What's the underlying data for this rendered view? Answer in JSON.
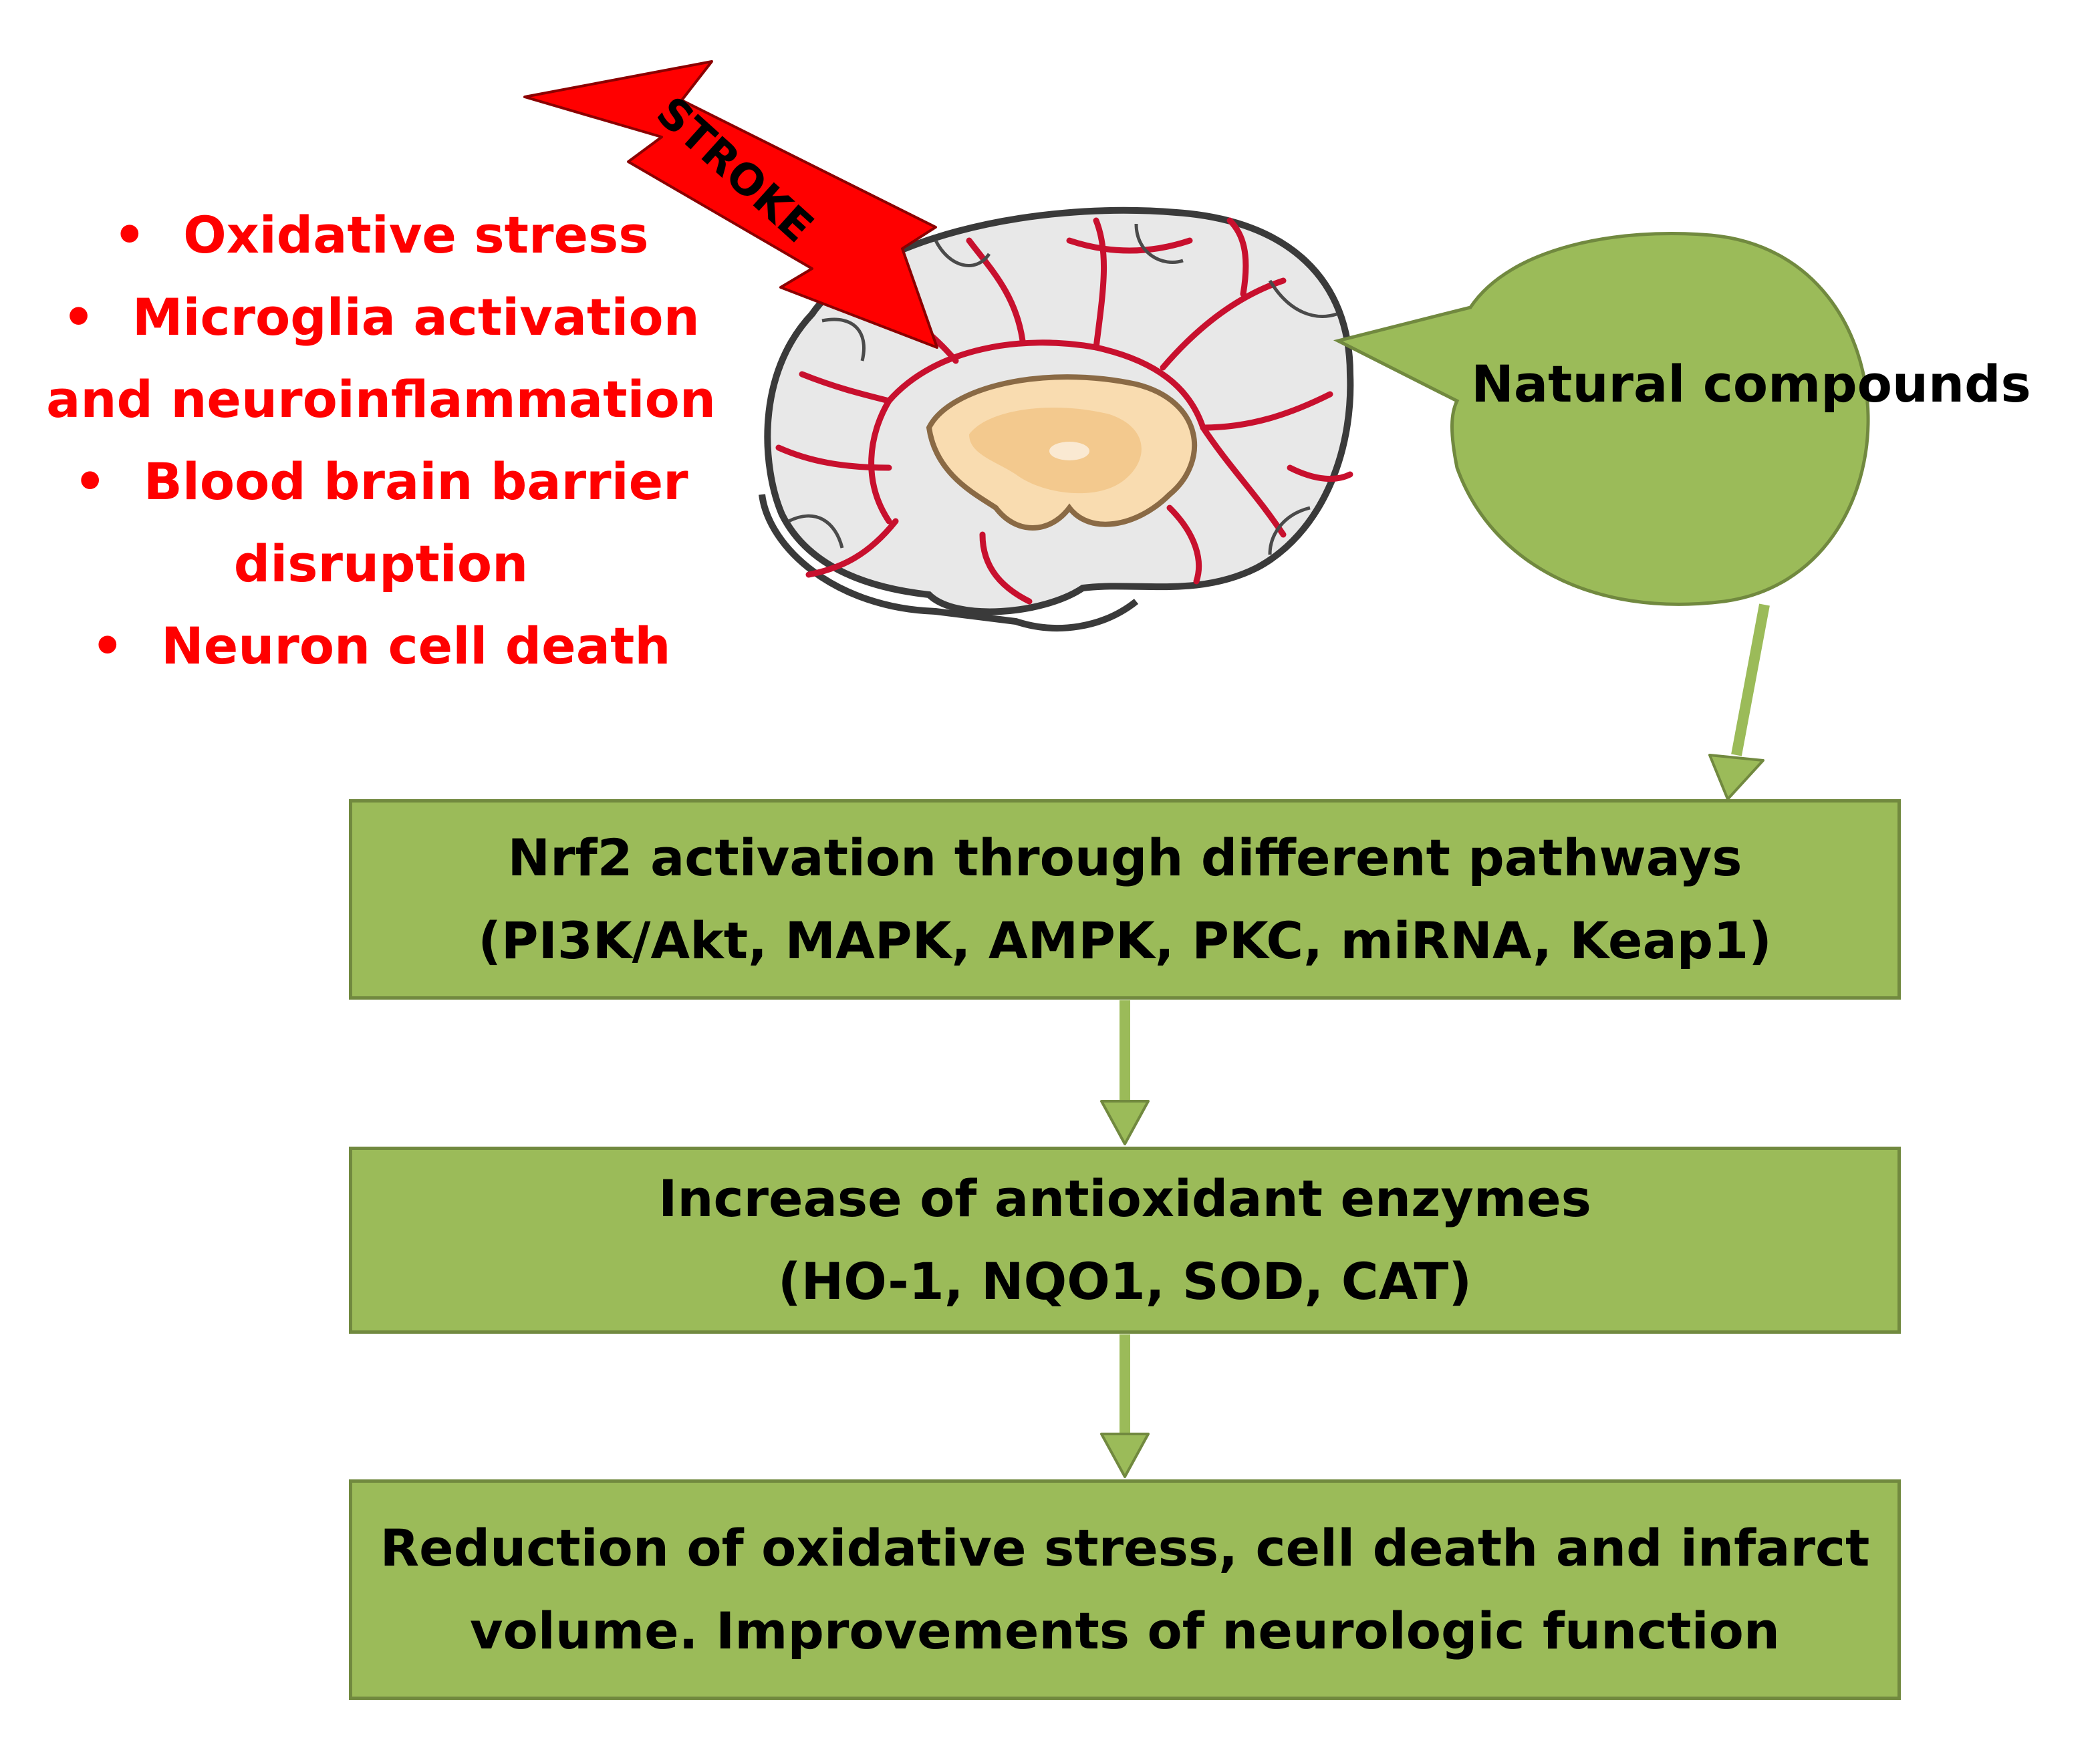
{
  "stroke": {
    "label": "STROKE",
    "color": "#ff0000"
  },
  "effects": {
    "items": [
      "Oxidative stress",
      "Microglia activation and neuroinflammation",
      "Blood brain barrier disruption",
      "Neuron cell death"
    ],
    "color": "#ff0000"
  },
  "bubble": {
    "label": "Natural compounds",
    "color": "#9bbb59"
  },
  "steps": [
    {
      "line1": "Nrf2 activation through different pathways",
      "line2": "(PI3K/Akt, MAPK, AMPK, PKC, miRNA, Keap1)"
    },
    {
      "line1": "Increase of antioxidant enzymes",
      "line2": "(HO-1, NQO1, SOD, CAT)"
    },
    {
      "line1": "Reduction of oxidative stress, cell death and infarct",
      "line2": "volume. Improvements of neurologic function"
    }
  ],
  "colors": {
    "box_fill": "#9bbb59",
    "box_border": "#71893f",
    "arrow": "#9bbb59",
    "vessels": "#c8102e"
  },
  "icons": {
    "brain": "brain-icon",
    "lightning": "lightning-bolt-icon"
  }
}
